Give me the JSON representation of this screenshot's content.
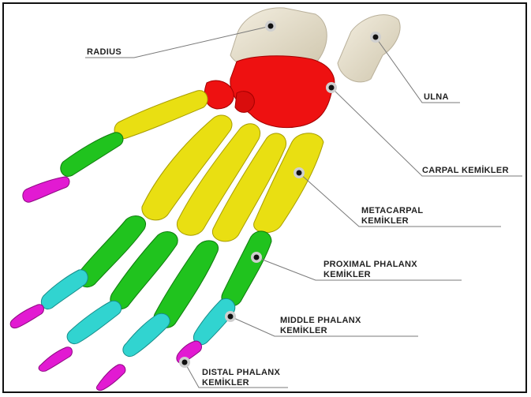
{
  "labels": {
    "radius": "RADIUS",
    "ulna": "ULNA",
    "carpal": "CARPAL KEMİKLER",
    "metacarpal_1": "METACARPAL",
    "metacarpal_2": "KEMİKLER",
    "proximal_1": "PROXIMAL PHALANX",
    "proximal_2": "KEMİKLER",
    "middle_1": "MIDDLE PHALANX",
    "middle_2": "KEMİKLER",
    "distal_1": "DISTAL PHALANX",
    "distal_2": "KEMİKLER"
  },
  "colors": {
    "forearm_bone": "#e8e1cd",
    "carpal": "#ee1111",
    "metacarpal": "#e9df12",
    "proximal_phalanx": "#20c31e",
    "middle_phalanx": "#31d4d0",
    "distal_phalanx": "#e21ad2",
    "leader_line": "#7a7a7a"
  }
}
